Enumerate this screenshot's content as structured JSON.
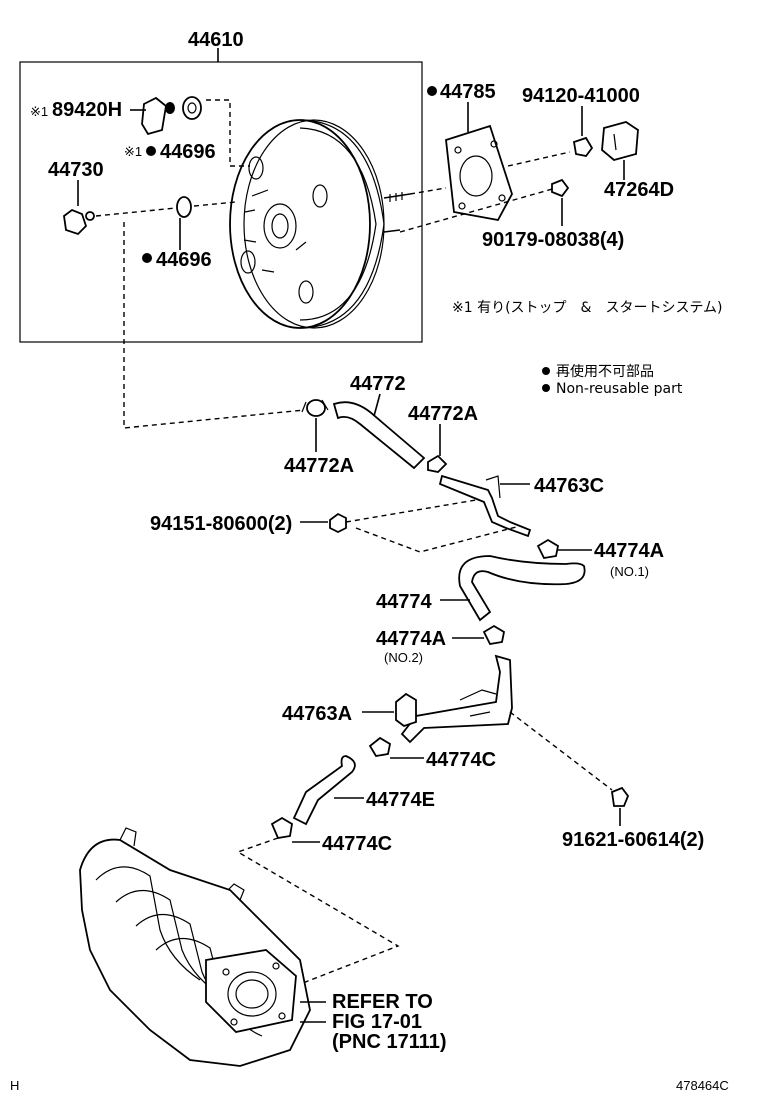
{
  "diagram": {
    "labels": {
      "booster_assy": "44610",
      "check_valve_reuse": "※1",
      "check_valve": "89420H",
      "grommet_star_prefix": "※1",
      "grommet_star": "44696",
      "fitting": "44730",
      "grommet": "44696",
      "gasket": "44785",
      "nut": "94120-41000",
      "bracket": "47264D",
      "stud_nut": "90179-08038(4)",
      "hose": "44772",
      "clip_upper": "44772A",
      "clip_lower": "44772A",
      "pipe_c": "44763C",
      "bolt_upper": "94151-80600(2)",
      "clip_no1": "44774A",
      "clip_no1_note": "(NO.1)",
      "hose_middle": "44774",
      "clip_no2": "44774A",
      "clip_no2_note": "(NO.2)",
      "pipe_a": "44763A",
      "clip_c_upper": "44774C",
      "hose_e": "44774E",
      "clip_c_lower": "44774C",
      "bolt_lower": "91621-60614(2)",
      "refer_line1": "REFER TO",
      "refer_line2": "FIG 17-01",
      "refer_line3": "(PNC 17111)"
    },
    "notes": {
      "stop_start": "※1 有り(ストップ　&　スタートシステム)",
      "legend_jp": "再使用不可部品",
      "legend_en": "Non-reusable part"
    },
    "footer": {
      "left_code": "H",
      "right_code": "478464C"
    }
  }
}
